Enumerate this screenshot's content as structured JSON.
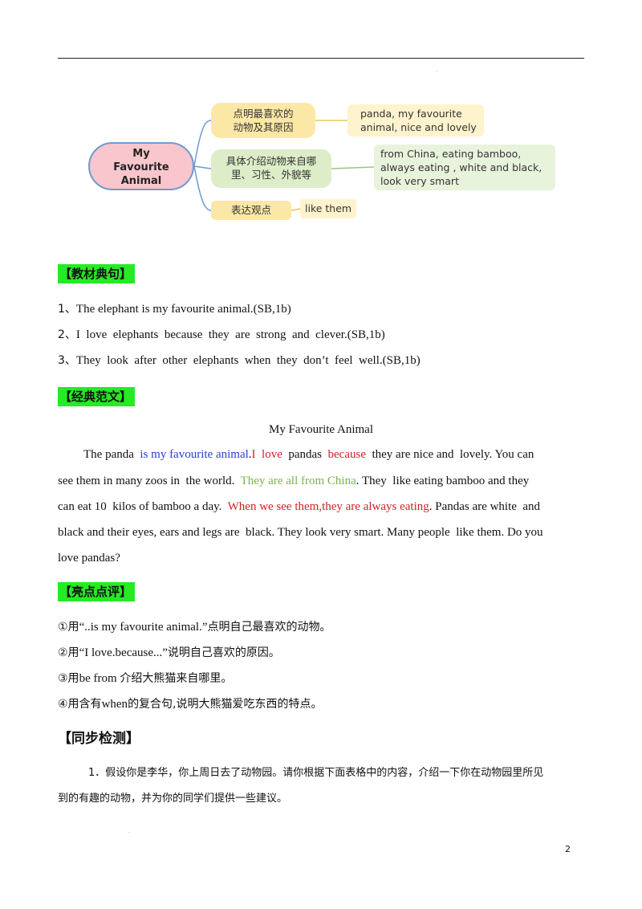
{
  "mindmap": {
    "root_line1": "My",
    "root_line2": "Favourite",
    "root_line3": "Animal",
    "branch1_line1": "点明最喜欢的",
    "branch1_line2": "动物及其原因",
    "leaf1_line1": "panda, my favourite",
    "leaf1_line2": "animal, nice and lovely",
    "branch2_line1": "具体介绍动物来自哪",
    "branch2_line2": "里、习性、外貌等",
    "leaf2_line1": "from China, eating bamboo,",
    "leaf2_line2": "always eating , white and black,",
    "leaf2_line3": "look very smart",
    "branch3": "表达观点",
    "leaf3": "like them",
    "colors": {
      "root_fill": "#f8c6cc",
      "root_border": "#6e9bd0",
      "yellow": "#fbe8a6",
      "green": "#dcedc8"
    }
  },
  "section1": {
    "heading": "【教材典句】",
    "s1_num": "1、",
    "s1": "The elephant is my favourite animal.(SB,1b)",
    "s2_num": "2、",
    "s2": "I  love  elephants  because  they  are  strong  and  clever.(SB,1b)",
    "s3_num": "3、",
    "s3": "They  look  after  other  elephants  when  they  don’t  feel  well.(SB,1b)"
  },
  "section2": {
    "heading": "【经典范文】",
    "essay_title": "My Favourite Animal",
    "l1_a": "The panda  ",
    "l1_b": "is my favourite animal",
    "l1_c": ".",
    "l1_d": "I  love",
    "l1_e": "  pandas  ",
    "l1_f": "because",
    "l1_g": "  they are nice and  lovely. You can",
    "l2_a": "see them in many zoos in  the world.  ",
    "l2_b": "They are all from China",
    "l2_c": ". They  like eating bamboo and they",
    "l3_a": "can eat 10  kilos of bamboo a day.  ",
    "l3_b": "When we see them,they are always eating",
    "l3_c": ". Pandas are white  and",
    "l4": "black and their eyes, ears and legs are  black. They look very smart. Many people  like them. Do you",
    "l5": "love pandas?"
  },
  "section3": {
    "heading": "【亮点点评】",
    "p1_a": "①用",
    "p1_b": "“..is my favourite animal.”",
    "p1_c": "点明自己最喜欢的动物。",
    "p2_a": "②用",
    "p2_b": "“I love.because...”",
    "p2_c": "说明自己喜欢的原因。",
    "p3_a": "③用",
    "p3_b": "be from ",
    "p3_c": "介绍大熊猫来自哪里。",
    "p4_a": "④用含有",
    "p4_b": "when",
    "p4_c": "的复合句,说明大熊猫爱吃东西的特点。"
  },
  "section4": {
    "heading": "【同步检测】",
    "q1_line1": "1．假设你是李华，你上周日去了动物园。请你根据下面表格中的内容，介绍一下你在动物园里所见",
    "q1_line2": "到的有趣的动物，并为你的同学们提供一些建议。"
  },
  "page_number": "2"
}
